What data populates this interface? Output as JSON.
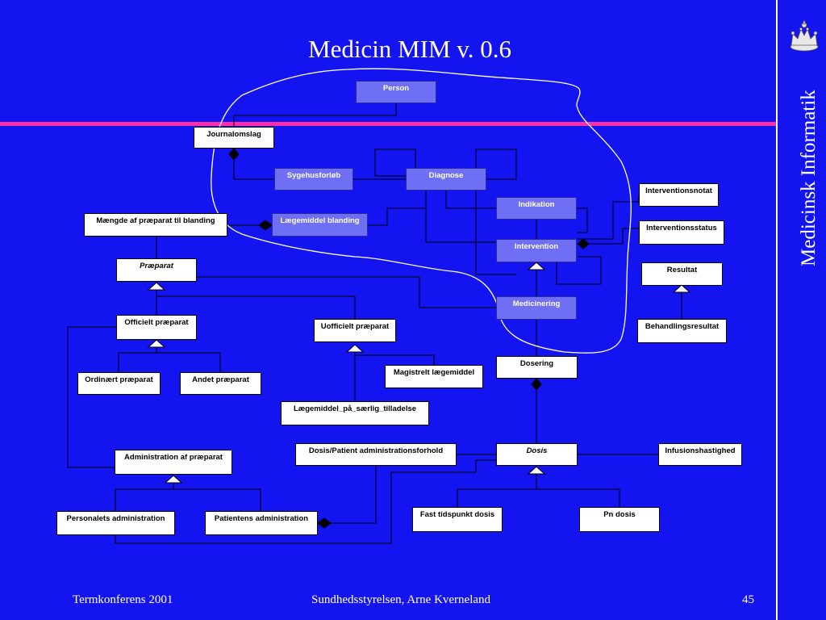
{
  "slide": {
    "title": "Medicin MIM v. 0.6",
    "side_label": "Medicinsk Informatik",
    "footer": {
      "left": "Termkonferens 2001",
      "center": "Sundhedsstyrelsen, Arne Kverneland",
      "page_number": "45"
    }
  },
  "colors": {
    "background": "#1414f0",
    "highlight_bar": "#ff2da8",
    "blue_box": "#6f6ff4",
    "white_box": "#ffffff",
    "lines": "#000000",
    "freehand_outline": "#ffffff"
  },
  "diagram": {
    "classes": {
      "person": "Person",
      "journalomslag": "Journalomslag",
      "sygehusforlob": "Sygehusforløb",
      "diagnose": "Diagnose",
      "indikation": "Indikation",
      "intervention": "Intervention",
      "medicinering": "Medicinering",
      "laegemiddel_blanding": "Lægemiddel blanding",
      "maengde_af_praeparat": "Mængde af præparat til blanding",
      "praeparat": "Præparat",
      "officielt_praeparat": "Officielt præparat",
      "uofficielt_praeparat": "Uofficielt præparat",
      "ordinaert_praeparat": "Ordinært præparat",
      "andet_praeparat": "Andet præparat",
      "magistrelt_laegemiddel": "Magistrelt lægemiddel",
      "laegemiddel_tilladelse": "Lægemiddel_på_særlig_tilladelse",
      "administration_af_praeparat": "Administration af præparat",
      "personalets_administration": "Personalets administration",
      "patientens_administration": "Patientens administration",
      "dosis_patient_forhold": "Dosis/Patient administrationsforhold",
      "dosis": "Dosis",
      "infusionshastighed": "Infusionshastighed",
      "fast_tidspunkt_dosis": "Fast tidspunkt dosis",
      "pn_dosis": "Pn dosis",
      "dosering": "Dosering",
      "interventionsnotat": "Interventionsnotat",
      "interventionsstatus": "Interventionsstatus",
      "resultat": "Resultat",
      "behandlingsresultat": "Behandlingsresultat"
    },
    "relations": {
      "generalization": [
        [
          "officielt_praeparat",
          "praeparat"
        ],
        [
          "uofficielt_praeparat",
          "praeparat"
        ],
        [
          "ordinaert_praeparat",
          "officielt_praeparat"
        ],
        [
          "andet_praeparat",
          "officielt_praeparat"
        ],
        [
          "magistrelt_laegemiddel",
          "uofficielt_praeparat"
        ],
        [
          "laegemiddel_tilladelse",
          "uofficielt_praeparat"
        ],
        [
          "personalets_administration",
          "administration_af_praeparat"
        ],
        [
          "patientens_administration",
          "administration_af_praeparat"
        ],
        [
          "fast_tidspunkt_dosis",
          "dosis"
        ],
        [
          "pn_dosis",
          "dosis"
        ],
        [
          "behandlingsresultat",
          "resultat"
        ],
        [
          "medicinering",
          "intervention"
        ]
      ],
      "composition": [
        [
          "journalomslag",
          "sygehusforlob"
        ],
        [
          "laegemiddel_blanding",
          "maengde_af_praeparat"
        ],
        [
          "dosering",
          "dosis"
        ],
        [
          "patientens_administration",
          "dosis_patient_forhold"
        ],
        [
          "intervention",
          "interventionsstatus"
        ]
      ]
    }
  }
}
